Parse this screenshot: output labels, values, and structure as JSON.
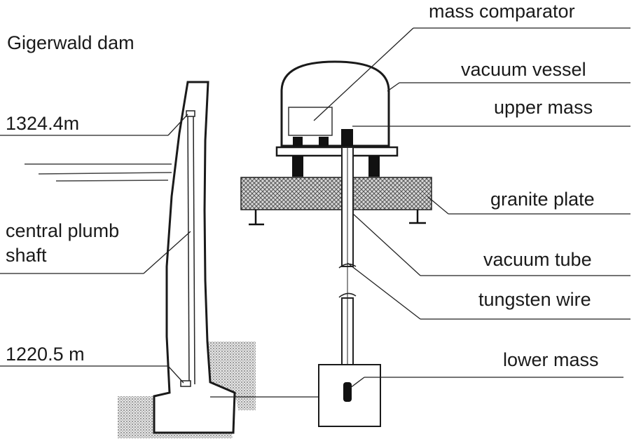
{
  "title": "Gigerwald dam",
  "elevations": {
    "top": "1324.4m",
    "bottom": "1220.5 m"
  },
  "labels": {
    "shaft_line1": "central plumb",
    "shaft_line2": "shaft",
    "mass_comparator": "mass comparator",
    "vacuum_vessel": "vacuum vessel",
    "upper_mass": "upper mass",
    "granite_plate": "granite plate",
    "vacuum_tube": "vacuum tube",
    "tungsten_wire": "tungsten wire",
    "lower_mass": "lower mass"
  },
  "colors": {
    "line": "#2a2a2a",
    "hatch": "#555555",
    "fill_dark": "#111111"
  }
}
